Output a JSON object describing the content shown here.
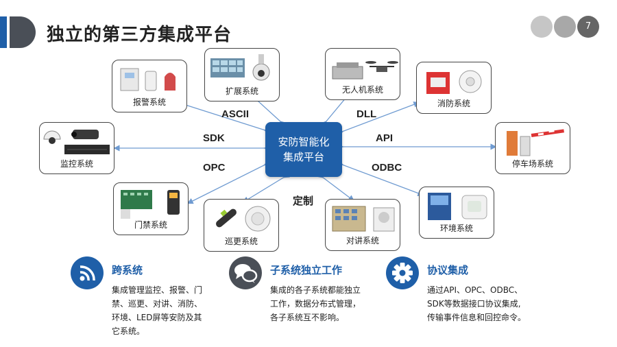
{
  "page": {
    "title": "独立的第三方集成平台",
    "page_number": "7"
  },
  "hub": {
    "line1": "安防智能化",
    "line2": "集成平台"
  },
  "systems": {
    "alarm": "报警系统",
    "expand": "扩展系统",
    "drone": "无人机系统",
    "fire": "消防系统",
    "monitor": "监控系统",
    "parking": "停车场系统",
    "access": "门禁系统",
    "patrol": "巡更系统",
    "intercom": "对讲系统",
    "environment": "环境系统"
  },
  "protocols": {
    "ascii": "ASCII",
    "dll": "DLL",
    "sdk": "SDK",
    "api": "API",
    "opc": "OPC",
    "odbc": "ODBC",
    "custom": "定制"
  },
  "features": [
    {
      "title": "跨系统",
      "lines": [
        "集成管理监控、报警、门",
        "禁、巡更、对讲、消防、",
        "环境、LED屏等安防及其",
        "它系统。"
      ]
    },
    {
      "title": "子系统独立工作",
      "lines": [
        "集成的各子系统都能独立",
        "工作，数据分布式管理，",
        "各子系统互不影响。"
      ]
    },
    {
      "title": "协议集成",
      "lines": [
        "通过API、OPC、ODBC、",
        "SDK等数据接口协议集成,",
        "传输事件信息和回控命令。"
      ]
    }
  ],
  "colors": {
    "accent": "#1f5fa8",
    "dark": "#4a4f57",
    "arrow": "#6f9bd1"
  },
  "icons": [
    "wifi-icon",
    "chat-bubbles-icon",
    "gear-icon"
  ]
}
